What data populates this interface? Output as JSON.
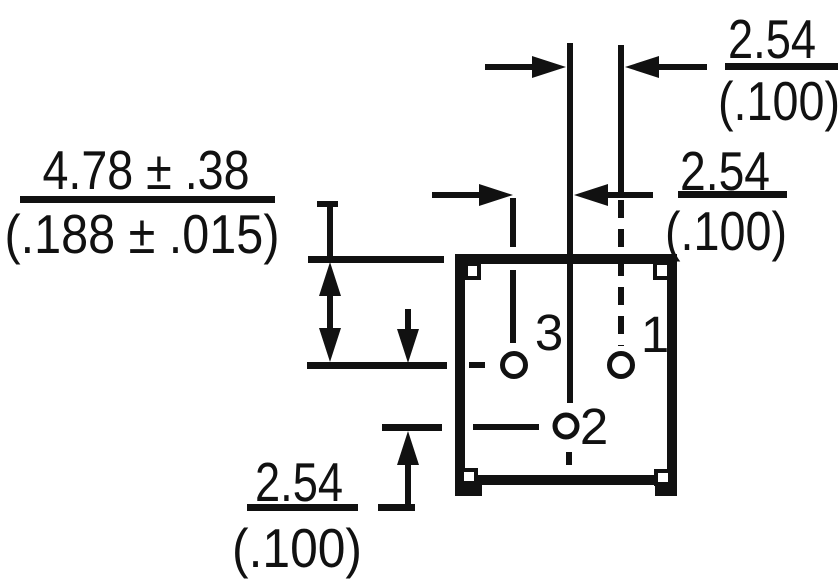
{
  "figure": {
    "colors": {
      "ink": "#111111",
      "background": "#ffffff"
    },
    "dim_body_to_pins": {
      "mm": "4.78 ± .38",
      "inch": "(.188 ± .015)"
    },
    "dim_pitch_top": {
      "mm": "2.54",
      "inch": "(.100)"
    },
    "dim_pitch_right": {
      "mm": "2.54",
      "inch": "(.100)"
    },
    "dim_pitch_bottom": {
      "mm": "2.54",
      "inch": "(.100)"
    },
    "pins": [
      {
        "label": "3"
      },
      {
        "label": "1"
      },
      {
        "label": "2"
      }
    ]
  }
}
